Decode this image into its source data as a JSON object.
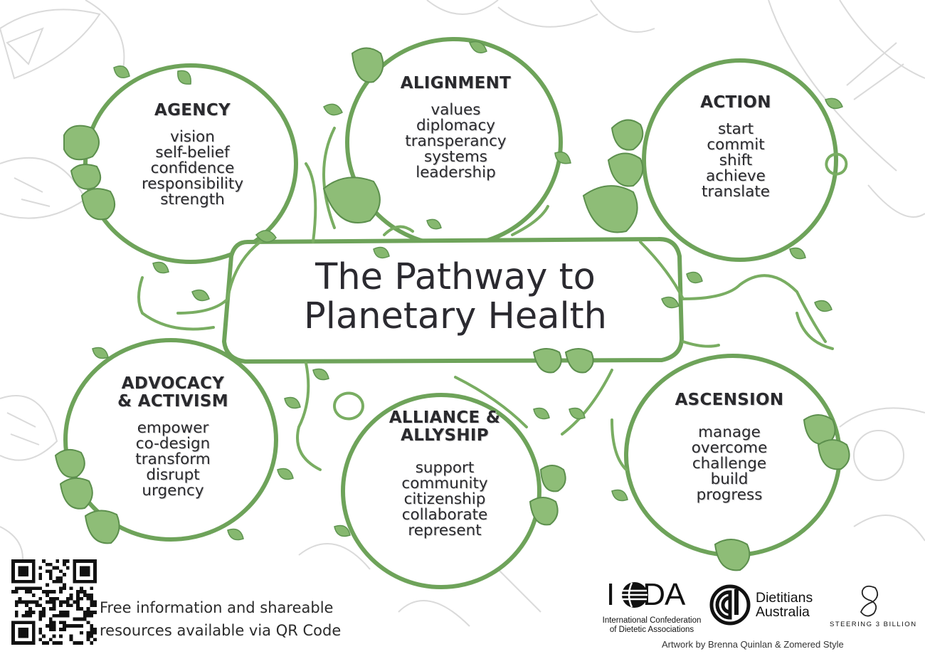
{
  "title": {
    "line1": "The Pathway to",
    "line2": "Planetary Health"
  },
  "circles": [
    {
      "title_lines": [
        "AGENCY"
      ],
      "words": [
        "vision",
        "self-belief",
        "confidence",
        "responsibility",
        "strength"
      ]
    },
    {
      "title_lines": [
        "ALIGNMENT"
      ],
      "words": [
        "values",
        "diplomacy",
        "transperancy",
        "systems",
        "leadership"
      ]
    },
    {
      "title_lines": [
        "ACTION"
      ],
      "words": [
        "start",
        "commit",
        "shift",
        "achieve",
        "translate"
      ]
    },
    {
      "title_lines": [
        "ADVOCACY",
        "& ACTIVISM"
      ],
      "words": [
        "empower",
        "co-design",
        "transform",
        "disrupt",
        "urgency"
      ]
    },
    {
      "title_lines": [
        "ALLIANCE &",
        "ALLYSHIP"
      ],
      "words": [
        "support",
        "community",
        "citizenship",
        "collaborate",
        "represent"
      ]
    },
    {
      "title_lines": [
        "ASCENSION"
      ],
      "words": [
        "manage",
        "overcome",
        "challenge",
        "build",
        "progress"
      ]
    }
  ],
  "footer": {
    "line1": "Free information and shareable",
    "line2": "resources available via QR Code"
  },
  "logos": {
    "icda": {
      "letters_a": "I",
      "letters_b": "DA",
      "sub1": "International Confederation",
      "sub2": "of Dietetic Associations"
    },
    "dietitians_australia": {
      "line1": "Dietitians",
      "line2": "Australia"
    },
    "steering": {
      "name": "STEERING 3 BILLION"
    }
  },
  "credit": "Artwork by Brenna Quinlan & Zomered Style",
  "colors": {
    "vine": "#6ea35a",
    "vine_light": "#93c27c",
    "leaf": "#86b86f",
    "text": "#2a2a2e",
    "background_doodle": "#d9d9d9"
  }
}
